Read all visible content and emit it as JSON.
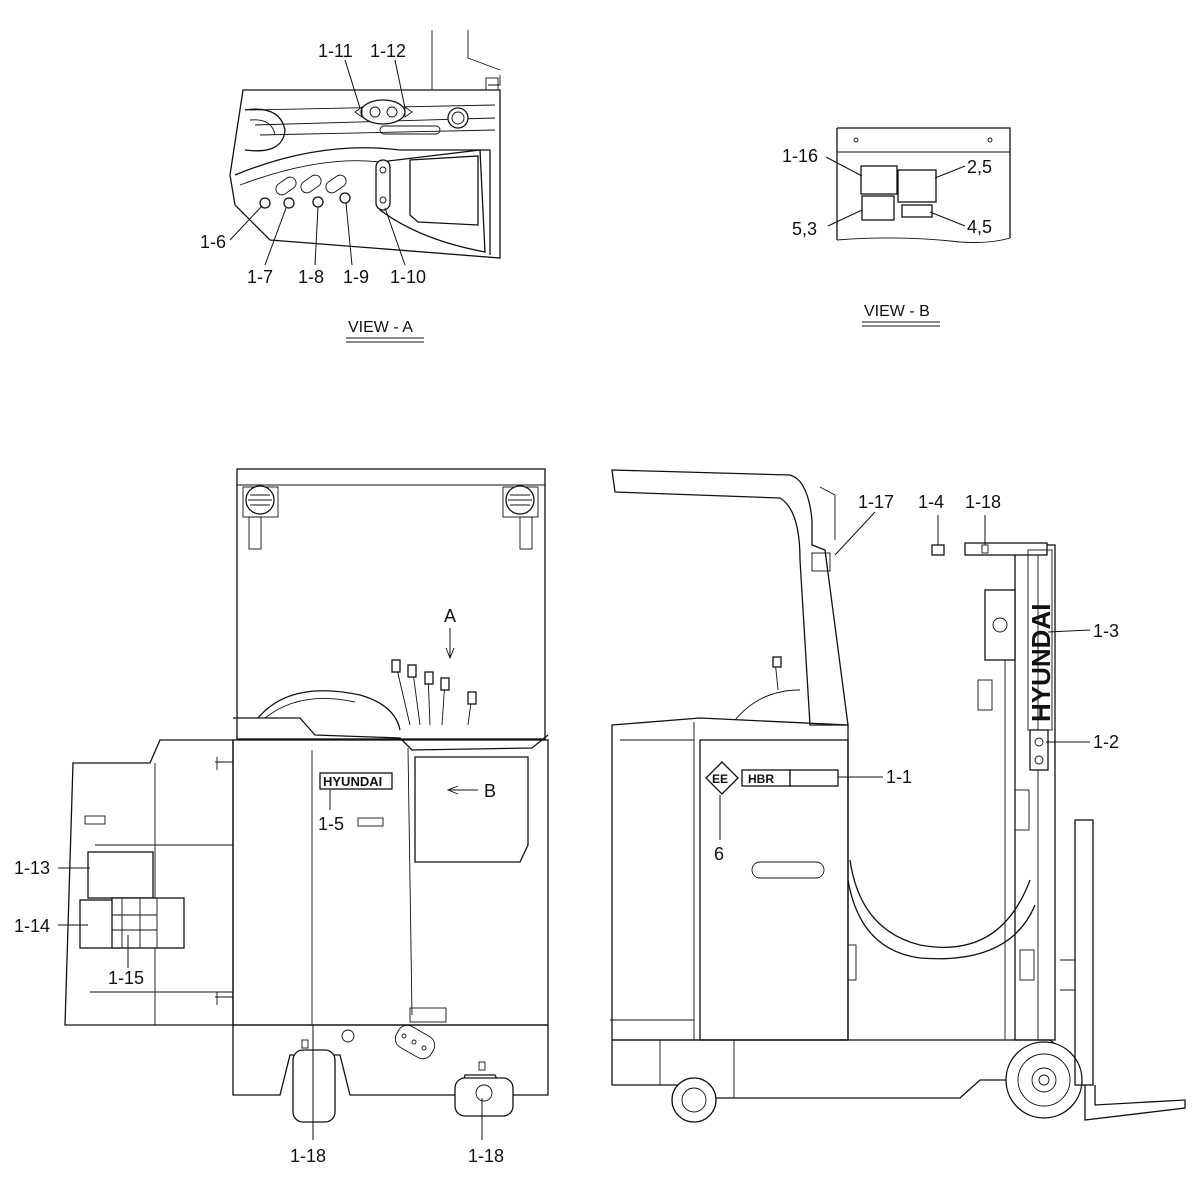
{
  "views": {
    "view_a": "VIEW - A",
    "view_b": "VIEW - B"
  },
  "callouts": {
    "c1_11": "1-11",
    "c1_12": "1-12",
    "c1_6": "1-6",
    "c1_7": "1-7",
    "c1_8": "1-8",
    "c1_9": "1-9",
    "c1_10": "1-10",
    "c1_16": "1-16",
    "c2_5": "2,5",
    "c5_3": "5,3",
    "c4_5": "4,5",
    "c1_17": "1-17",
    "c1_4": "1-4",
    "c1_18_top": "1-18",
    "c1_3": "1-3",
    "c1_2": "1-2",
    "c1_1": "1-1",
    "c6": "6",
    "c1_13": "1-13",
    "c1_14": "1-14",
    "c1_15": "1-15",
    "c1_5": "1-5",
    "c1_18_left": "1-18",
    "c1_18_right": "1-18",
    "arrow_a": "A",
    "arrow_b": "B"
  },
  "decals": {
    "brand_front": "HYUNDAI",
    "brand_mast": "HYUNDAI",
    "model_badge": "HBR",
    "ee_badge": "EE"
  }
}
